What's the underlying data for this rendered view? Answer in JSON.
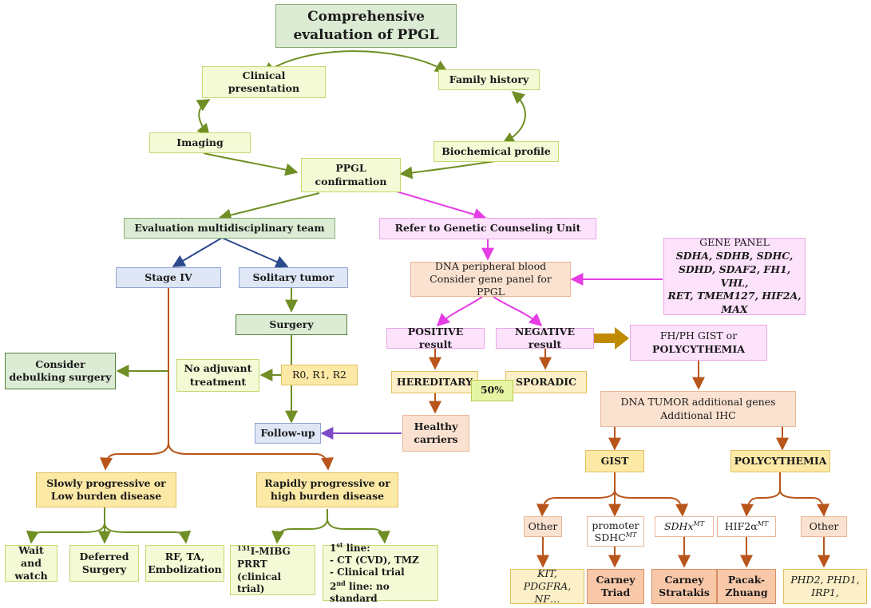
{
  "colors": {
    "green_box": "#dcebd4",
    "green_border": "#86ad73",
    "yellow_green_box": "#f3fad5",
    "yellow_green_border": "#c4d871",
    "pink_box": "#fde2fb",
    "pink_border": "#e9a6e6",
    "peach_box": "#fbe2d0",
    "peach_border": "#e8b797",
    "blue_box": "#dfe6f5",
    "blue_border": "#8fa3cf",
    "yellow_box": "#fde9a6",
    "yellow_border": "#e2c061",
    "salmon_box": "#f9c8a9",
    "salmon_border": "#d58e65",
    "arrow_green": "#6f8e23",
    "arrow_magenta": "#e63ce4",
    "arrow_blue": "#2b4a8b",
    "arrow_brown": "#b8551b",
    "arrow_purple": "#7e4bc6",
    "arrow_gold": "#bf8a00"
  },
  "title": {
    "line1": "Comprehensive",
    "line2": "evaluation of PPGL"
  },
  "clinical": {
    "line1": "Clinical",
    "line2": "presentation"
  },
  "family": "Family history",
  "imaging": "Imaging",
  "biochem": "Biochemical profile",
  "confirm": {
    "line1": "PPGL",
    "line2": "confirmation"
  },
  "team": "Evaluation multidisciplinary team",
  "refer": "Refer to Genetic Counseling Unit",
  "stage4": "Stage IV",
  "solitary": "Solitary tumor",
  "surgery": "Surgery",
  "debulk": {
    "line1": "Consider",
    "line2": "debulking surgery"
  },
  "noadj": {
    "line1": "No adjuvant",
    "line2": "treatment"
  },
  "resection": "R0, R1, R2",
  "followup": "Follow-up",
  "dna": {
    "line1": "DNA peripheral blood",
    "line2": "Consider gene panel for PPGL"
  },
  "panel": {
    "title": "GENE PANEL",
    "line1": "SDHA, SDHB, SDHC,",
    "line2": "SDHD, SDAF2, FH1, VHL,",
    "line3": "RET, TMEM127, HIF2A,",
    "line4": "MAX"
  },
  "positive": "POSITIVE result",
  "negative": "NEGATIVE result",
  "hereditary": "HEREDITARY",
  "sporadic": "SPORADIC",
  "fifty": "50%",
  "carriers": {
    "line1": "Healthy",
    "line2": "carriers"
  },
  "fhph": {
    "line1": "FH/PH GIST or",
    "line2": "POLYCYTHEMIA"
  },
  "tumor": {
    "line1": "DNA TUMOR additional genes",
    "line2": "Additional IHC"
  },
  "gist": "GIST",
  "poly": "POLYCYTHEMIA",
  "other1": "Other",
  "promoter": {
    "line1": "promoter",
    "line2": "SDHC",
    "sup": "MT"
  },
  "sdhx": {
    "main": "SDHx",
    "sup": "MT"
  },
  "hif": {
    "main": "HIF2α",
    "sup": "MT"
  },
  "other2": "Other",
  "kit": {
    "line1": "KIT, PDGFRA,",
    "line2": "NF…"
  },
  "carneyTriad": {
    "line1": "Carney",
    "line2": "Triad"
  },
  "carneyStratakis": {
    "line1": "Carney",
    "line2": "Stratakis"
  },
  "pacak": {
    "line1": "Pacak-",
    "line2": "Zhuang"
  },
  "phd": {
    "line1": "PHD2, PHD1,",
    "line2": "IRP1,"
  },
  "slow": {
    "line1": "Slowly progressive or",
    "line2": "Low burden disease"
  },
  "rapid": {
    "line1": "Rapidly progressive or",
    "line2": "high burden disease"
  },
  "wait": {
    "line1": "Wait and",
    "line2": "watch"
  },
  "deferred": {
    "line1": "Deferred",
    "line2": "Surgery"
  },
  "rf": {
    "line1": "RF, TA,",
    "line2": "Embolization"
  },
  "mibg": {
    "sup": "131",
    "line1": "I-MIBG",
    "line2": "PRRT (clinical",
    "line3": "trial)"
  },
  "firstline": {
    "num1": "1",
    "sup1": "st",
    "head": " line:",
    "item1": "- CT (CVD), TMZ",
    "item2": "- Clinical trial",
    "num2": "2",
    "sup2": "nd",
    "tail": " line: no standard"
  }
}
